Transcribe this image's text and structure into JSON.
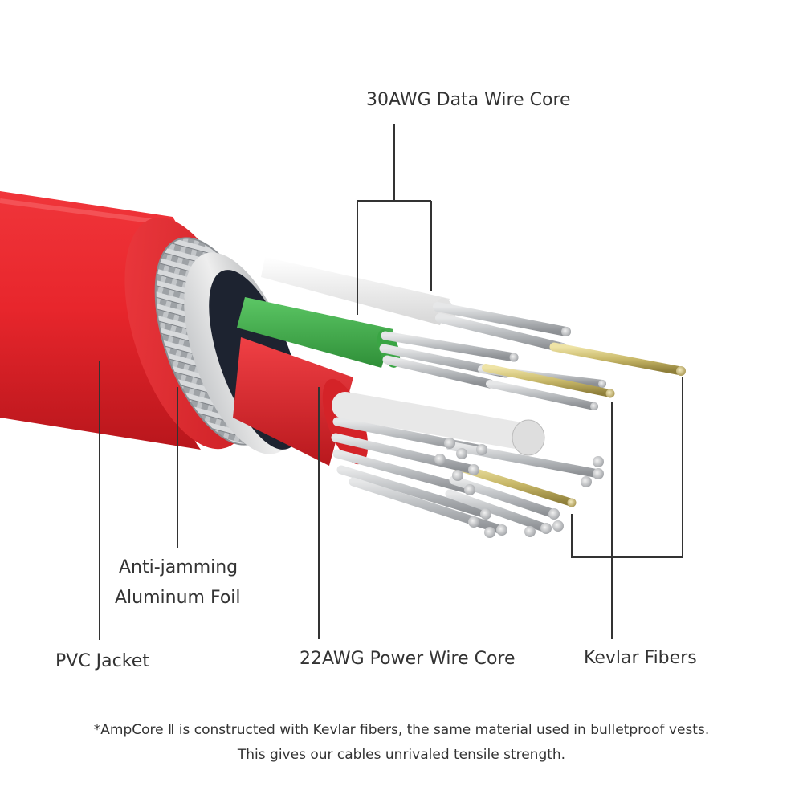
{
  "labels": {
    "data_wire_core": "30AWG Data Wire Core",
    "foil_line1": "Anti-jamming",
    "foil_line2": "Aluminum Foil",
    "pvc_jacket": "PVC Jacket",
    "power_wire_core": "22AWG Power Wire Core",
    "kevlar_fibers": "Kevlar Fibers"
  },
  "footnote": {
    "line1": "*AmpCore Ⅱ is constructed with Kevlar fibers, the same material used in bulletproof vests.",
    "line2": "This gives our cables unrivaled tensile strength."
  },
  "colors": {
    "jacket_red": "#e8262c",
    "power_red": "#e22a2e",
    "data_green": "#3fae49",
    "data_white": "#f2f2f2",
    "kevlar_gold": "#c9b96a",
    "strand_silver": "#b9bcbf",
    "callout_line": "#333333"
  }
}
